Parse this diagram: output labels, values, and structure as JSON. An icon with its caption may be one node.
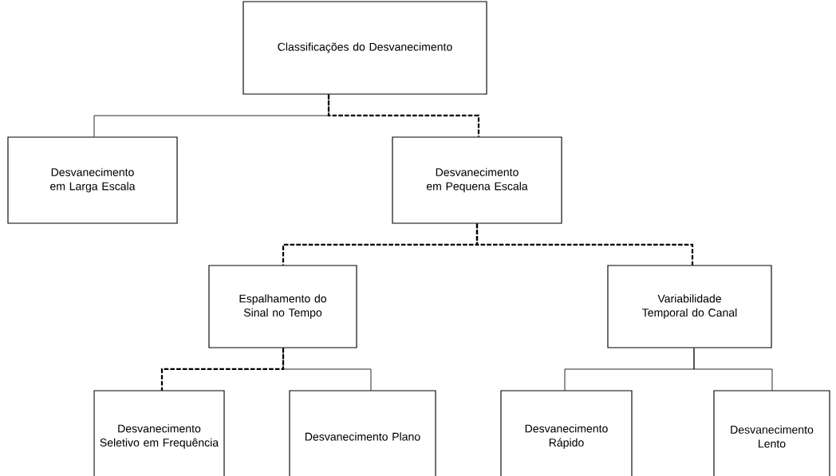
{
  "diagram": {
    "nodes": [
      {
        "text": [
          "Classificações do Desvanecimento"
        ]
      },
      {
        "text": [
          "Desvanecimento em Larga Escala"
        ]
      },
      {
        "text": [
          "Desvanecimento em Pequena Escala"
        ]
      },
      {
        "text": [
          "Espalhamento do Sinal no Tempo"
        ]
      },
      {
        "text": [
          "Variabilidade Temporal do Canal"
        ]
      },
      {
        "text": [
          "Desvanecimento Seletivo em Frequência"
        ]
      },
      {
        "text": [
          "Desvanecimento Plano"
        ]
      },
      {
        "text": [
          "Desvanecimento Rápido"
        ]
      },
      {
        "text": [
          "Desvanecimento Lento"
        ]
      }
    ],
    "edges": [
      {
        "from": 0,
        "to": 1,
        "arrow": "none"
      },
      {
        "from": 0,
        "to": 2,
        "arrow": "none",
        "style": "dashed"
      },
      {
        "from": 2,
        "to": 3,
        "arrow": "none",
        "style": "dashed"
      },
      {
        "from": 2,
        "to": 4,
        "arrow": "none",
        "style": "dashed"
      },
      {
        "from": 3,
        "to": 5,
        "arrow": "none",
        "style": "dashed"
      },
      {
        "from": 3,
        "to": 6,
        "arrow": "none"
      },
      {
        "from": 4,
        "to": 7,
        "arrow": "none"
      },
      {
        "from": 4,
        "to": 8,
        "arrow": "none"
      }
    ]
  }
}
